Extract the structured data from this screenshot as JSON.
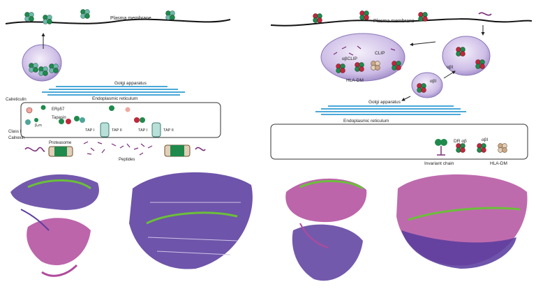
{
  "left_panel": {
    "plasma_membrane": "Plasma membrane",
    "golgi": "Golgi apparatus",
    "er": "Endoplasmic reticulum",
    "calreticulin": "Calreticulin",
    "erp57": "ERp57",
    "tapasin": "Tapasin",
    "b2m": "β₂m",
    "class_i": "Class I",
    "calnexin": "Calnexin",
    "tap_i": "TAP I",
    "tap_ii": "TAP II",
    "proteasome": "Proteasome",
    "peptides": "Peptides"
  },
  "right_panel": {
    "plasma_membrane": "Plasma membrane",
    "clip": "CLIP",
    "ab_clip": "αβCLIP",
    "hla_dm": "HLA-DM",
    "ab_i": "αβI",
    "golgi": "Golgi apparatus",
    "er": "Endoplasmic reticulum",
    "invariant_chain": "Invariant chain",
    "dr_ab": "DR αβ",
    "hla_dm_legend": "HLA-DM"
  },
  "colors": {
    "mhc_green": "#1f8a4c",
    "mhc_red": "#c0283c",
    "mhc_teal": "#4fa59a",
    "vesicle": "#c6b6e0",
    "golgi": "#4aa8d8",
    "ribbon_purple": "#5a3c9e",
    "ribbon_magenta": "#b04a9c",
    "peptide_green": "#6bbf3a",
    "peptide_purple": "#7a2e7a"
  }
}
